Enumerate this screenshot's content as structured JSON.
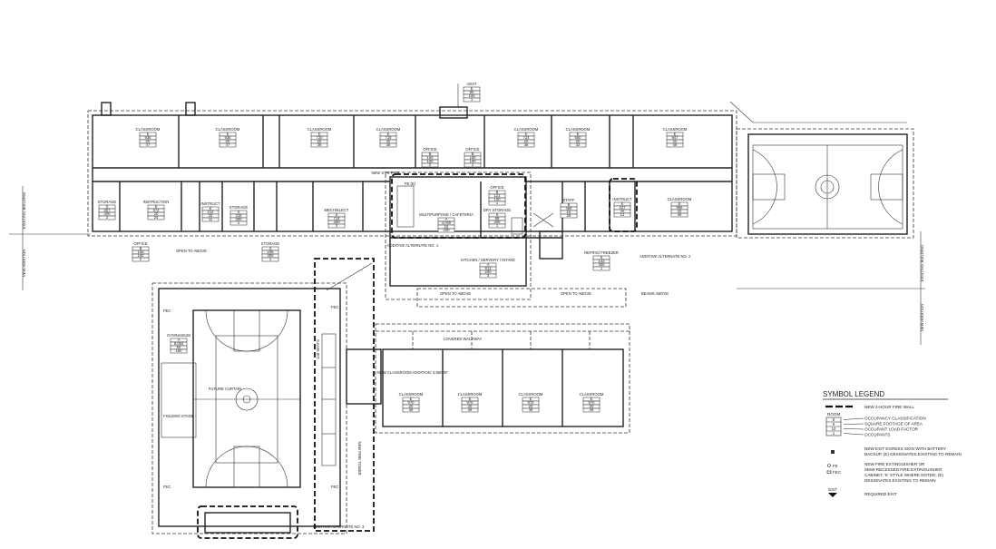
{
  "rooms": [
    {
      "name": "CLASSROOM",
      "values": [
        "E",
        "936",
        "20",
        "47"
      ]
    },
    {
      "name": "CLASSROOM",
      "values": [
        "E",
        "938",
        "20",
        "47"
      ]
    },
    {
      "name": "CLASSROOM",
      "values": [
        "E",
        "720",
        "20",
        "36"
      ]
    },
    {
      "name": "CLASSROOM",
      "values": [
        "E",
        "718",
        "20",
        "36"
      ]
    },
    {
      "name": "OFFICE",
      "values": [
        "B",
        "150",
        "100",
        "2"
      ]
    },
    {
      "name": "OFFICE",
      "values": [
        "B",
        "150",
        "100",
        "2"
      ]
    },
    {
      "name": "VEST",
      "values": [
        "E",
        "80",
        "100",
        "1"
      ]
    },
    {
      "name": "CLASSROOM",
      "values": [
        "E",
        "724",
        "20",
        "36"
      ]
    },
    {
      "name": "CLASSROOM",
      "values": [
        "E",
        "660",
        "20",
        "33"
      ]
    },
    {
      "name": "CLASSROOM",
      "values": [
        "E",
        "947",
        "20",
        "48"
      ]
    },
    {
      "name": "STORAGE",
      "values": [
        "S",
        "307",
        "300",
        "2"
      ]
    },
    {
      "name": "INSTRUCTION",
      "values": [
        "E",
        "472",
        "20",
        "24"
      ]
    },
    {
      "name": "INSTRUCT",
      "values": [
        "E",
        "212",
        "20",
        "11"
      ]
    },
    {
      "name": "STORAGE",
      "values": [
        "S",
        "218",
        "300",
        "1"
      ]
    },
    {
      "name": "OFFICE",
      "values": [
        "B",
        "155",
        "100",
        "2"
      ]
    },
    {
      "name": "STORAGE",
      "values": [
        "S",
        "245",
        "300",
        "1"
      ]
    },
    {
      "name": "MECH/ELECT",
      "values": [
        "S",
        "714",
        "300",
        "3"
      ]
    },
    {
      "name": "MULTIPURPOSE / CAFETERIA",
      "values": [
        "A",
        "3,000",
        "15",
        "200"
      ]
    },
    {
      "name": "OFFICE",
      "values": [
        "B",
        "121",
        "100",
        "1"
      ]
    },
    {
      "name": "DRY STORAGE",
      "values": [
        "S",
        "88",
        "300",
        "1"
      ]
    },
    {
      "name": "KITCHEN / SERVERY / INTAKE",
      "values": [
        "A",
        "611",
        "200",
        "3"
      ]
    },
    {
      "name": "STAFF",
      "values": [
        "B",
        "458",
        "15",
        "28"
      ]
    },
    {
      "name": "INSTRUCT",
      "values": [
        "E",
        "227",
        "20",
        "12"
      ]
    },
    {
      "name": "CLASSROOM",
      "values": [
        "E",
        "956",
        "20",
        "48"
      ]
    },
    {
      "name": "REFRIG/ FREEZER",
      "values": [
        "S",
        "143",
        "300",
        "1"
      ]
    },
    {
      "name": "GYMNASIUM",
      "values": [
        "A",
        "8,063",
        "50",
        "160"
      ]
    },
    {
      "name": "CLASSROOM",
      "values": [
        "E",
        "970",
        "20",
        "48"
      ]
    },
    {
      "name": "CLASSROOM",
      "values": [
        "E",
        "970",
        "20",
        "48"
      ]
    },
    {
      "name": "CLASSROOM",
      "values": [
        "E",
        "970",
        "20",
        "48"
      ]
    },
    {
      "name": "CLASSROOM",
      "values": [
        "E",
        "970",
        "20",
        "48"
      ]
    }
  ],
  "notes": {
    "open_to_above": "OPEN TO ABOVE",
    "open_to_above_2": "OPEN TO ABOVE",
    "open_to_above_3": "OPEN TO ABOVE",
    "beams_above": "BEAMS ABOVE",
    "covered_walkway": "COVERED WALKWAY",
    "new_classroom_addition": "NEW CLASSROOM ADDITION: 4,850 SF",
    "additive_alt_1": "ADDITIVE ALTERNATE NO. 1",
    "additive_alt_2": "ADDITIVE ALTERNATE NO. 2",
    "additive_alt_3": "ADDITIVE ALTERNATE NO. 3",
    "future_curtain": "FUTURE CURTAIN",
    "folding_stage": "FOLDING STAGE",
    "seats": "148 SEATS",
    "new_fire_tower": "NEW FIRE TOWER",
    "new_staff_rr": "NEW STAFF RR",
    "fec": "FEC",
    "fe_e": "FE (E)",
    "existing_building": "EXISTING BUILDING",
    "new_addition": "NEW ADDITION"
  },
  "legend": {
    "title": "SYMBOL LEGEND",
    "fire_wall": "NEW 2-HOUR FIRE WALL",
    "room_tag_title": "ROOM",
    "room_tag_values": [
      "E",
      "0",
      "10",
      "1"
    ],
    "occupancy": "OCCUPANCY CLASSIFICATION",
    "square_footage": "SQUARE FOOTAGE OF AREA",
    "load_factor": "OCCUPANT LOAD FACTOR",
    "occupants": "OCCUPANTS",
    "exit_sign_1": "NEW EXIT EGRESS SIGN WITH BATTERY",
    "exit_sign_2": "BACKUP, (E) DESIGNATES EXISTING TO REMAIN",
    "fe_label": "FE",
    "fec_label": "FEC",
    "ext_1": "NEW FIRE EXTINGUISHER OR",
    "ext_2": "SEMI-RECESSED FIRE EXTINGUISHER",
    "ext_3": "CABINET, 'K' STYLE WHERE NOTED, (E)",
    "ext_4": "DESIGNATES EXISTING TO REMAIN",
    "exit_glyph": "EXIT",
    "required_exit": "REQUIRED EXIT"
  }
}
